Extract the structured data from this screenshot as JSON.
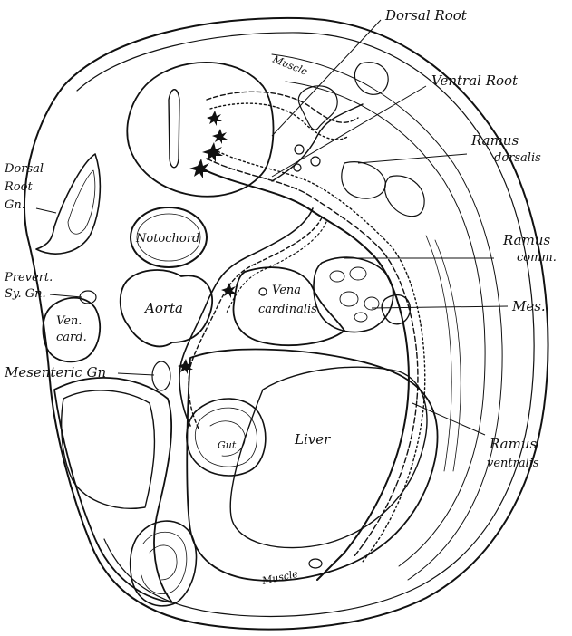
{
  "labels": {
    "dorsal_root": "Dorsal Root",
    "ventral_root": "Ventral Root",
    "ramus_dorsalis_1": "Ramus",
    "ramus_dorsalis_2": "dorsalis",
    "dorsal_root_gn_1": "Dorsal",
    "dorsal_root_gn_2": "Root",
    "dorsal_root_gn_3": "Gn.",
    "notochord": "Notochord",
    "ramus_comm_1": "Ramus",
    "ramus_comm_2": "comm.",
    "prevert_1": "Prevert.",
    "prevert_2": "Sy. Gn.",
    "aorta": "Aorta",
    "vena_cardinalis_1": "Vena",
    "vena_cardinalis_2": "cardinalis",
    "mes": "Mes.",
    "ven_card_1": "Ven.",
    "ven_card_2": "card.",
    "mesenteric_gn": "Mesenteric Gn",
    "liver": "Liver",
    "gut": "Gut",
    "ramus_ventralis_1": "Ramus",
    "ramus_ventralis_2": "ventralis",
    "muscle_top": "Muscle",
    "muscle_bottom": "Muscle"
  },
  "colors": {
    "ink": "#111111",
    "paper": "#ffffff",
    "stipple": "#444444"
  }
}
